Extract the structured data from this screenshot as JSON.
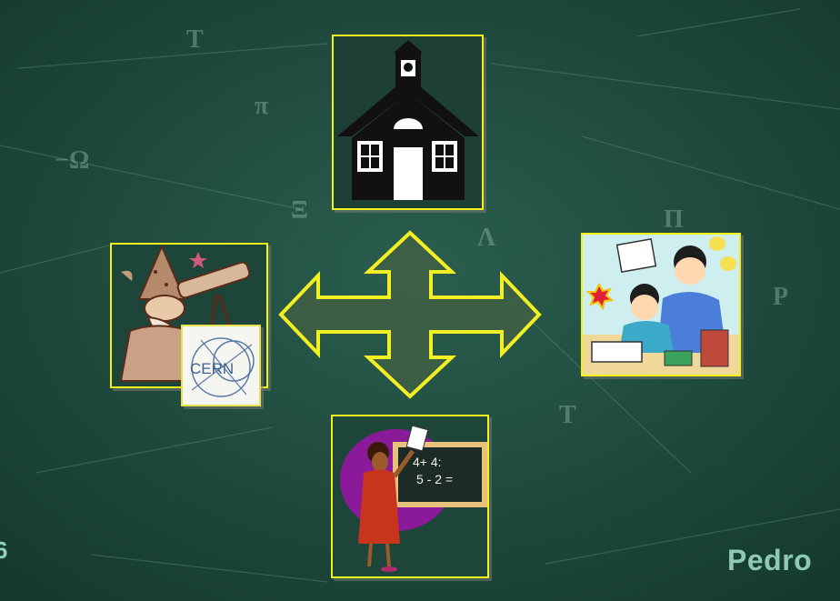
{
  "slide": {
    "left_edge_label": "6",
    "presenter_name": "Pedro",
    "cern_logo_text": "CERN",
    "chalkboard_lines": [
      "4+ 4:",
      "5 - 2 ="
    ]
  },
  "colors": {
    "background": "#1f4a3d",
    "frame": "#f2f21a",
    "arrow_fill": "#3f5f44",
    "arrow_stroke": "#f2ef23",
    "name_text": "#8ec9b4"
  },
  "icons": [
    "schoolhouse-icon",
    "astronomer-wizard-icon",
    "cern-logo-icon",
    "students-studying-icon",
    "teacher-chalkboard-icon",
    "four-way-arrow-icon"
  ]
}
